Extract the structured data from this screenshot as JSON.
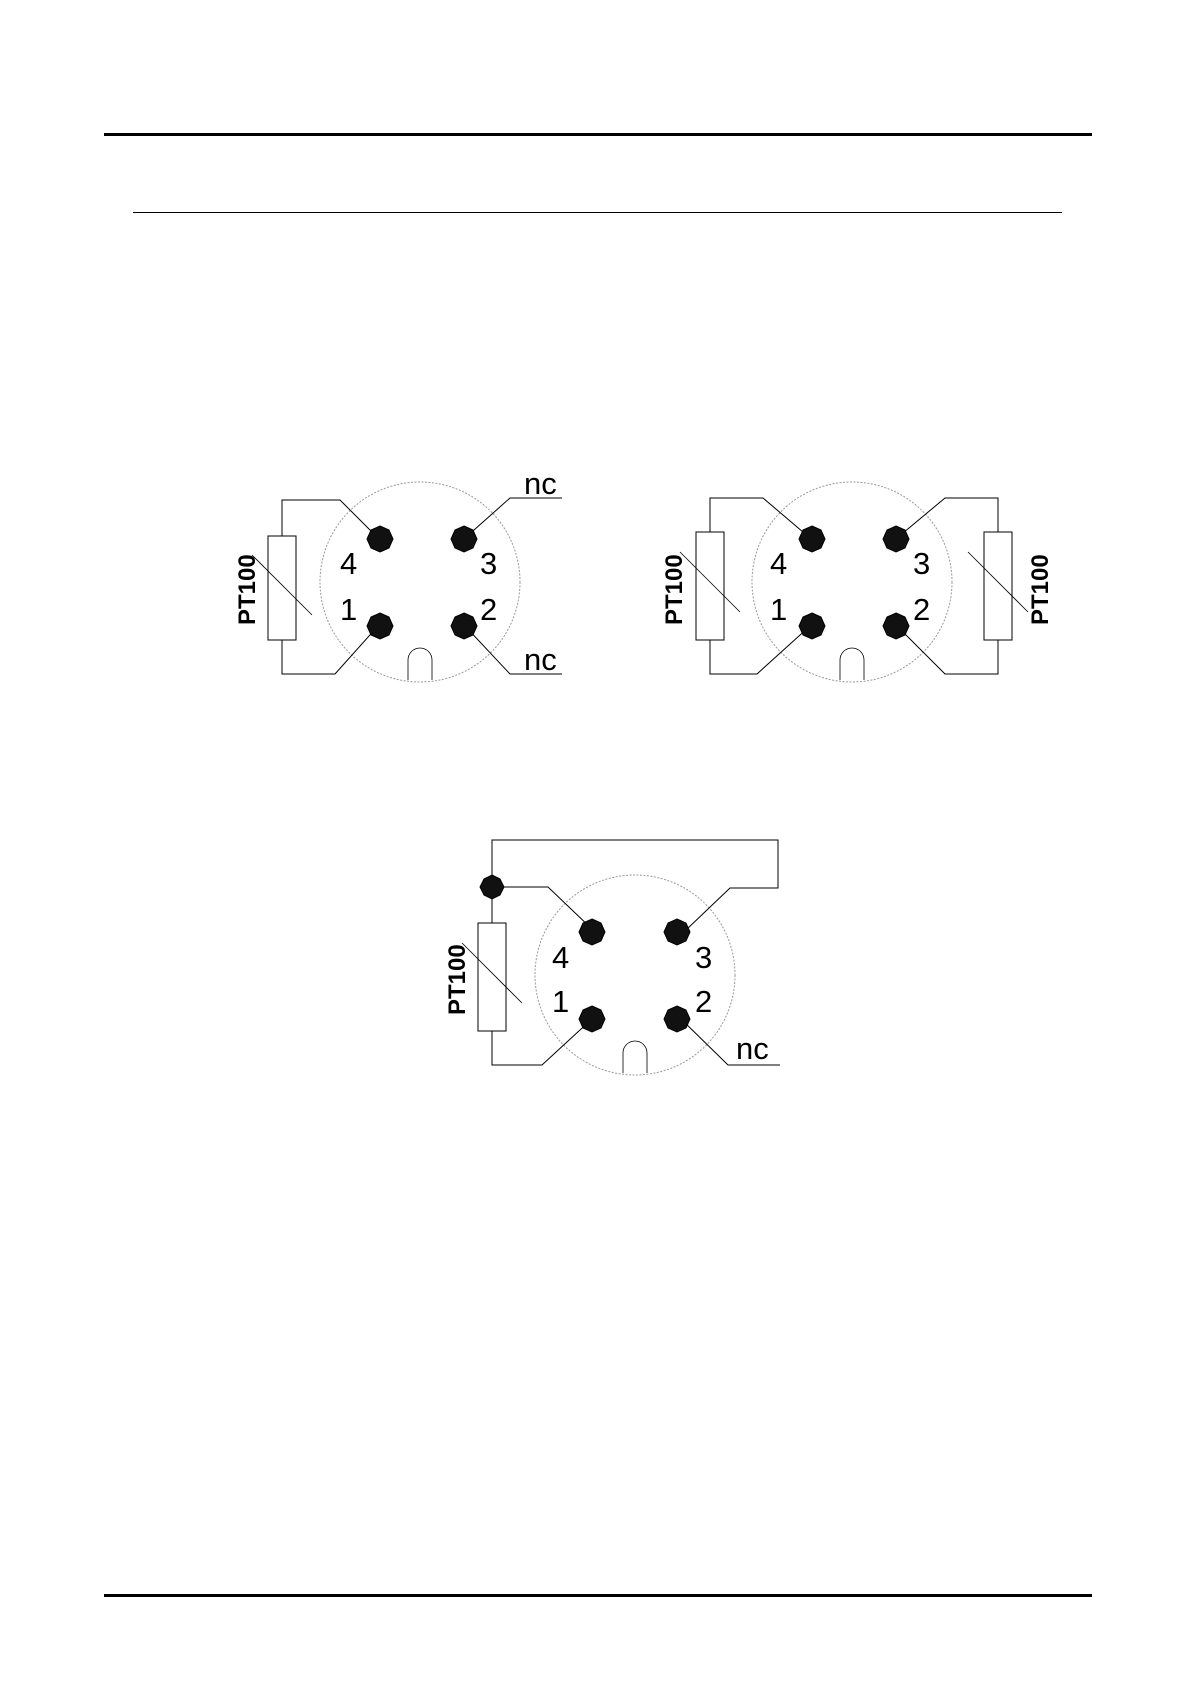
{
  "diagrams": [
    {
      "id": "connector-a",
      "pins": [
        "4",
        "3",
        "1",
        "2"
      ],
      "resistor_labels": [
        "PT100"
      ],
      "nc_labels": [
        "nc",
        "nc"
      ]
    },
    {
      "id": "connector-b",
      "pins": [
        "4",
        "3",
        "1",
        "2"
      ],
      "resistor_labels": [
        "PT100",
        "PT100"
      ],
      "nc_labels": []
    },
    {
      "id": "connector-c",
      "pins": [
        "4",
        "3",
        "1",
        "2"
      ],
      "resistor_labels": [
        "PT100"
      ],
      "nc_labels": [
        "nc"
      ]
    }
  ],
  "colors": {
    "line": "#000000",
    "connector_outline": "#999999",
    "pin_fill": "#111111",
    "background": "#ffffff"
  }
}
